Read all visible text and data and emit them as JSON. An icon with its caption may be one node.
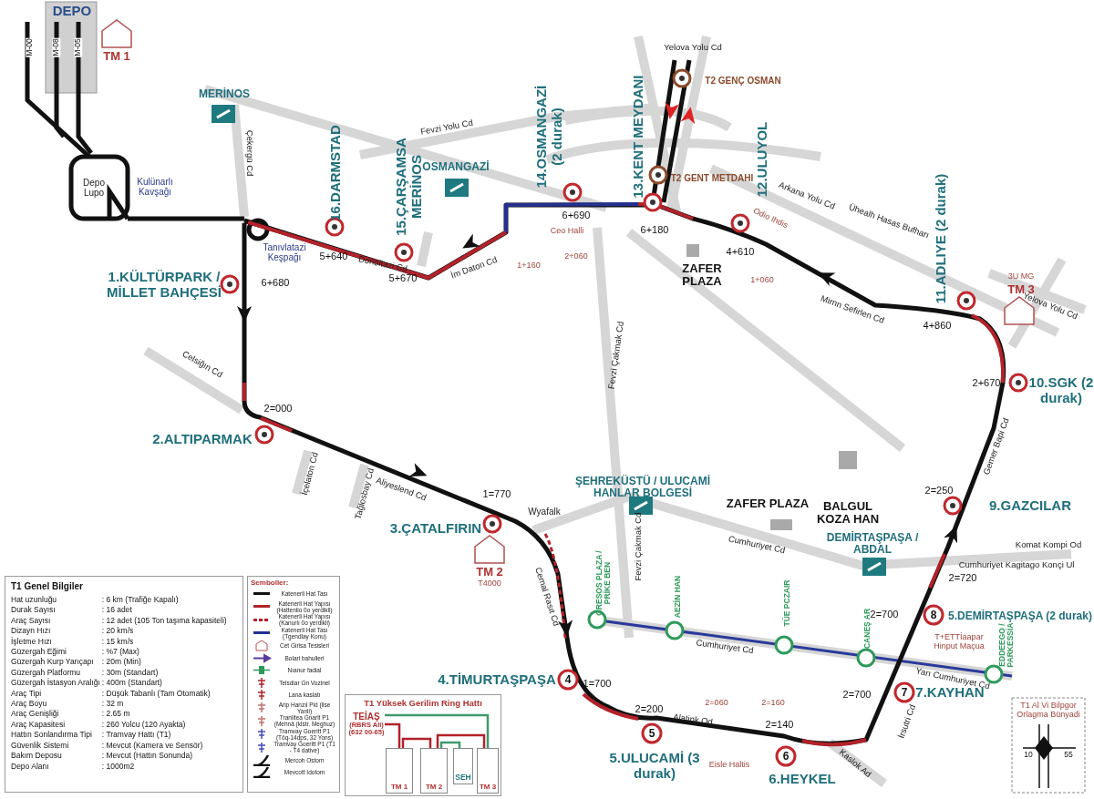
{
  "diagram": {
    "nodes": [
      {
        "text": [
          "T1 Yüksek Gerilim Ring Hattı"
        ]
      },
      {
        "text": [
          "TEİAŞ",
          "(RBRS Ali) (632 00-65)"
        ],
        "in": 0
      },
      {
        "text": [
          "TM 1"
        ],
        "in": 0
      },
      {
        "text": [
          "TM 2"
        ],
        "in": 0
      },
      {
        "text": [
          "SEH"
        ],
        "in": 0
      },
      {
        "text": [
          "TM 3"
        ],
        "in": 0
      }
    ],
    "edges": [
      {
        "from": 1,
        "to": 5,
        "arrow": "none",
        "color": "#3f9a6e"
      },
      {
        "from": 1,
        "to": 2,
        "arrow": "none"
      },
      {
        "from": 2,
        "to": 3,
        "arrow": "none"
      },
      {
        "from": 3,
        "to": 5,
        "arrow": "none"
      },
      {
        "from": 3,
        "to": 4,
        "arrow": "none",
        "color": "#3f9a6e"
      }
    ],
    "labels": [
      "DEPO",
      "M-00",
      "M-08",
      "M-05",
      "TM 1",
      "Depo Lupo",
      "Kulünarlı Kavşağı",
      "MERİNOS",
      "Çekergü Cd",
      "Fevzi Yolu Cd",
      "16.DARMSTAD",
      "15.ÇARŞAMSA MERİNOS",
      "OSMANGAZİ",
      "14.OSMANGAZİ (2 durak)",
      "Tanıvlatazi Keşpağı",
      "5+640",
      "Donoltazi Cd",
      "5+670",
      "İm Daton Cd",
      "1.KÜLTÜRPARK / MİLLET BAHÇESİ",
      "6+680",
      "6+690",
      "Ceo Halli",
      "1+160",
      "2+060",
      "Yelova Yolu Cd",
      "T2 GENÇ OSMAN",
      "13.KENT MEYDANI",
      "T2 GENT METDAHI",
      "12.ULUYOL",
      "6+180",
      "Arkana Yolu Cd",
      "Odio Ihdis",
      "ZAFER PLAZA",
      "4+610",
      "1+060",
      "Ühealh Hasas Bufharı",
      "Mirnn Sefirlen Cd",
      "11.ADLIYE (2 durak)",
      "4+860",
      "3U MG",
      "TM 3",
      "Yelova Yolu Cd",
      "10.SGK (2 durak)",
      "2+670",
      "Gemer Bapi Cd",
      "2=250",
      "9.GAZCILAR",
      "BALGUL KOZA HAN",
      "ŞEHREKÜSTÜ / ULUCAMİ HANLAR BOLGESİ",
      "ZAFER PLAZA",
      "Fevzi Çakmak Cd",
      "Fevzi Çakmak Cd",
      "Cumhuriyet Cd",
      "DEMİRTAŞPAŞA / ABDAL",
      "Komat Kompi Od",
      "Cumhuriyet Kagitago Konçi Ul",
      "2=720",
      "2=700",
      "8",
      "5.DEMİRTAŞPAŞA (2 durak)",
      "Cumhuriyet Cd",
      "T+ETTİaapar Hinput Maçua",
      "Yarı Cumhuriyet Cd",
      "2=700",
      "7",
      "7.KAYHAN",
      "İrsutri Cd",
      "Kaslok Ad",
      "2=140",
      "6",
      "6.HEYKEL",
      "2=060",
      "2=160",
      "Eisle Haltis",
      "2=200",
      "Alatink Od",
      "5",
      "5.ULUCAMİ (3 durak)",
      "4.TİMURTAŞPAŞA",
      "4",
      "1=700",
      "Cemal Rasıt Cd",
      "GRESOS PLAZA / PRİKE BEN",
      "AEZİN HAN",
      "TÜE PCZAIR",
      "CANEŞ AR",
      "EDDEEGO / PARKESSİA",
      "3.ÇATALFIRIN",
      "Wyafalk",
      "1=770",
      "TM 2",
      "T4000",
      "Aliyeslend Cd",
      "İçelaton Cd",
      "Tağlosbay Cd",
      "Celsiğın Cd",
      "2=000",
      "2.ALTIPARMAK",
      "T1 Al Vi Bilpgor Orlagma Bünyadi",
      "10",
      "55",
      "T1 Genel Bilgiler",
      "Hat uzunluğu",
      ": 6 km (Trafiğe Kapalı)",
      "Durak Sayısı",
      ": 16 adet",
      "Araç Sayısı",
      ": 12 adet (105 Ton taşıma kapasiteli)",
      "Dizayn Hızı",
      ": 20 km/s",
      "İşletme Hızı",
      ": 15 km/s",
      "Güzergah Eğimi",
      ": %7 (Max)",
      "Güzergah Kurp Yarıçapı",
      ": 20m (Min)",
      "Güzergah Platformu",
      ": 30m (Standart)",
      "Güzergah İstasyon Aralığı",
      ": 400m (Standart)",
      "Araç Tipi",
      ": Düşük Tabanlı (Tam Otomatik)",
      "Araç Boyu",
      ": 32 m",
      "Araç Genişliği",
      ": 2.65 m",
      "Araç Kapasitesi",
      ": 260 Yolcu (120 Ayakta)",
      "Hattın Sonlandırma Tipi",
      ": Tramvay Hattı (T1)",
      "Güvenlik Sistemi",
      ": Mevcut (Kamera ve Sensör)",
      "Bakım Deposu",
      ": Mevcut (Hattın Sonunda)",
      "Depo Alanı",
      ": 1000m2",
      "Semboller:"
    ],
    "legend": [
      {
        "text": "Katenerli Hat Tası"
      },
      {
        "text": "Katenerli Hat Yapısı (Hattenlio 0o yerdikli)"
      },
      {
        "text": "Katenerli Hat Yapısı (Kanurlı 0o yerdikli)"
      },
      {
        "text": "Katenerli Hat Tası (Tgendlay Konu)"
      },
      {
        "text": "Cet Girisa Tesisleri"
      },
      {
        "text": "Bolari bahulleri"
      },
      {
        "text": "Nıanur fadial"
      },
      {
        "text": "Telsdiar Gn Vozinel"
      },
      {
        "text": "Lana kaslatı"
      },
      {
        "text": "Arip Hanzıl Pid (ilse Yanli)"
      },
      {
        "text": "Tranlitea Gnarlt P1 (Mehnä (klstr. Meghuz)"
      },
      {
        "text": "Tramvay Goeritt P1 (Töq-14dps, 32 Yons)"
      },
      {
        "text": "Tramvay Goeritt P1 (T1 - T4 dative)"
      },
      {
        "text": "Mercoh Ostom"
      },
      {
        "text": "Mevcott Idotom"
      }
    ]
  }
}
